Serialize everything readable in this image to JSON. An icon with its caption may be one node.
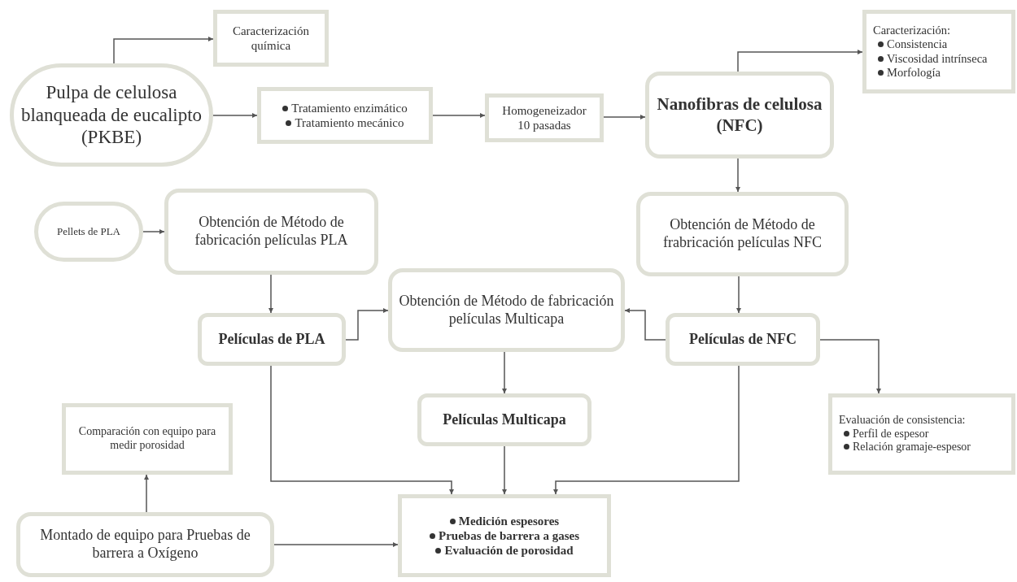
{
  "diagram": {
    "nodes": [
      {
        "text": [
          "Pulpa de celulosa blanqueada de eucalipto (PKBE)"
        ]
      },
      {
        "text": [
          "Caracterización química"
        ]
      },
      {
        "text": [
          "Tratamiento enzimático",
          "Tratamiento mecánico"
        ]
      },
      {
        "text": [
          "Homogeneizador 10 pasadas"
        ]
      },
      {
        "text": [
          "Nanofibras de celulosa (NFC)"
        ]
      },
      {
        "text": [
          "Caracterización:",
          "Consistencia",
          "Viscosidad intrínseca",
          "Morfología"
        ]
      },
      {
        "text": [
          "Pellets de PLA"
        ]
      },
      {
        "text": [
          "Obtención de Método de fabricación películas PLA"
        ]
      },
      {
        "text": [
          "Obtención de Método de frabricación películas NFC"
        ]
      },
      {
        "text": [
          "Películas de PLA"
        ]
      },
      {
        "text": [
          "Obtención de Método de fabricación películas Multicapa"
        ]
      },
      {
        "text": [
          "Películas de NFC"
        ]
      },
      {
        "text": [
          "Películas Multicapa"
        ]
      },
      {
        "text": [
          "Comparación con equipo para medir porosidad"
        ]
      },
      {
        "text": [
          "Evaluación de consistencia:",
          "Perfil de espesor",
          "Relación gramaje-espesor"
        ]
      },
      {
        "text": [
          "Montado de equipo para Pruebas de barrera a Oxígeno"
        ]
      },
      {
        "text": [
          "Medición espesores",
          "Pruebas de barrera a gases",
          "Evaluación de porosidad"
        ]
      }
    ],
    "edges": [
      {
        "from": 0,
        "to": 1,
        "arrow": "to"
      },
      {
        "from": 0,
        "to": 2,
        "arrow": "to"
      },
      {
        "from": 2,
        "to": 3,
        "arrow": "to"
      },
      {
        "from": 3,
        "to": 4,
        "arrow": "to"
      },
      {
        "from": 4,
        "to": 5,
        "arrow": "to"
      },
      {
        "from": 4,
        "to": 8,
        "arrow": "to"
      },
      {
        "from": 6,
        "to": 7,
        "arrow": "to"
      },
      {
        "from": 7,
        "to": 9,
        "arrow": "to"
      },
      {
        "from": 9,
        "to": 10,
        "arrow": "to"
      },
      {
        "from": 11,
        "to": 10,
        "arrow": "to"
      },
      {
        "from": 8,
        "to": 11,
        "arrow": "to"
      },
      {
        "from": 11,
        "to": 14,
        "arrow": "to"
      },
      {
        "from": 10,
        "to": 12,
        "arrow": "to"
      },
      {
        "from": 9,
        "to": 16,
        "arrow": "to"
      },
      {
        "from": 12,
        "to": 16,
        "arrow": "to"
      },
      {
        "from": 11,
        "to": 16,
        "arrow": "to"
      },
      {
        "from": 15,
        "to": 13,
        "arrow": "to"
      },
      {
        "from": 15,
        "to": 16,
        "arrow": "to"
      }
    ]
  }
}
